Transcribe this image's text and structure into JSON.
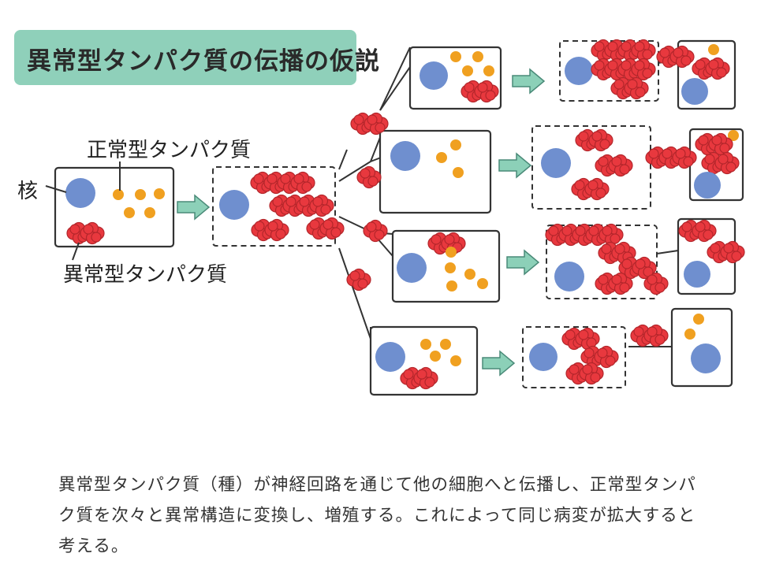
{
  "title": "異常型タンパク質の伝播の仮説",
  "labels": {
    "normal_protein": "正常型タンパク質",
    "nucleus": "核",
    "abnormal_protein": "異常型タンパク質"
  },
  "caption": "異常型タンパク質（種）が神経回路を通じて他の細胞へと伝播し、正常型タンパク質を次々と異常構造に変換し、増殖する。これによって同じ病変が拡大すると考える。",
  "colors": {
    "title_bg": "#8fd0ba",
    "nucleus": "#6f8fcf",
    "normal_protein": "#f0a020",
    "abnormal_protein": "#e8383e",
    "arrow": "#8cd0b8",
    "outline": "#333333"
  }
}
